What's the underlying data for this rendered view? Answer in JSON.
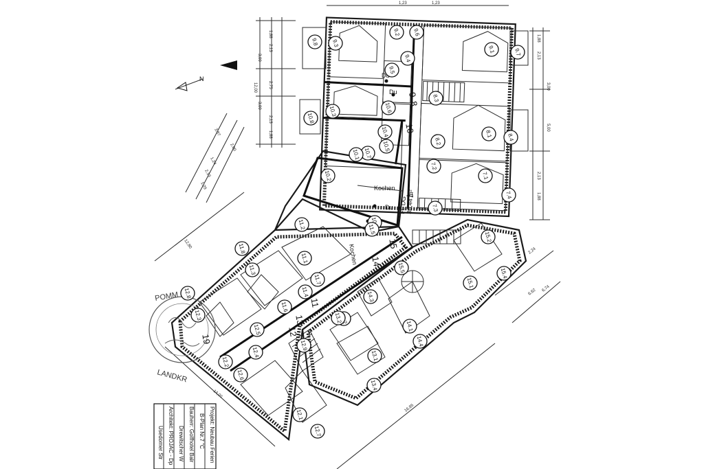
{
  "plan": {
    "north_label": "N",
    "kitchen_labels": [
      "Kochen",
      "Kochen"
    ],
    "du_labels": [
      "Du",
      "Du",
      "Du"
    ],
    "area_note": "Fl. DG",
    "area_value": "36,44 m²",
    "stamp_text": "POMM",
    "stamp_text_bottom": "LANDKR"
  },
  "room_tags": [
    "9.2",
    "9.6",
    "9.3",
    "9.1",
    "9.7",
    "9.5",
    "9.8",
    "9.4",
    "10.8",
    "10.6",
    "10.3",
    "10.4",
    "10.5",
    "10.7",
    "10.1",
    "10.2",
    "8.3",
    "8.1",
    "8.4",
    "8.2",
    "7.2",
    "7.1",
    "7.4",
    "7.3",
    "10.9",
    "11.2",
    "11.8",
    "11.1",
    "11.7",
    "11.5",
    "11.3",
    "11.4",
    "11.6",
    "15.1",
    "15.5",
    "15.2",
    "15.4",
    "14.3",
    "14.2",
    "14.1",
    "14.4",
    "13.2",
    "13.1",
    "13.4",
    "12.9",
    "12.8",
    "12.3",
    "12.6",
    "12.5",
    "12.2",
    "12.1",
    "12.7",
    "12.4"
  ],
  "zone_numbers": [
    "8",
    "10",
    "7",
    "15",
    "14",
    "11",
    "13",
    "12",
    "19",
    "9"
  ],
  "title_block": {
    "lines": [
      "Projekt:   Neubau Ferien",
      "B-Plan Nr.7 \"C",
      "Bauherr:   Golfhotel Balr",
      "Drewitscher W",
      "Architekt: PROJAC - Dp",
      "Usedomer Str"
    ]
  },
  "dimensions": {
    "top": [
      "1,23",
      "1,23"
    ],
    "left_column": [
      "1,88",
      "2,13",
      "3,00",
      "2,75",
      "12,00",
      "3,00",
      "2,13",
      "1,88"
    ],
    "right_column": [
      "1,88",
      "2,13",
      "3,00",
      "5,00",
      "2,13",
      "1,88"
    ],
    "diagonal_left": [
      "3,87",
      "2,00",
      "1,24",
      "2,13",
      "1,29"
    ],
    "bottom_diagonal": [
      "14,00",
      "16,85"
    ],
    "upper_left_diagonal": [
      "12,80"
    ],
    "right_lower": [
      "2,24",
      "6,62",
      "6,74"
    ]
  }
}
